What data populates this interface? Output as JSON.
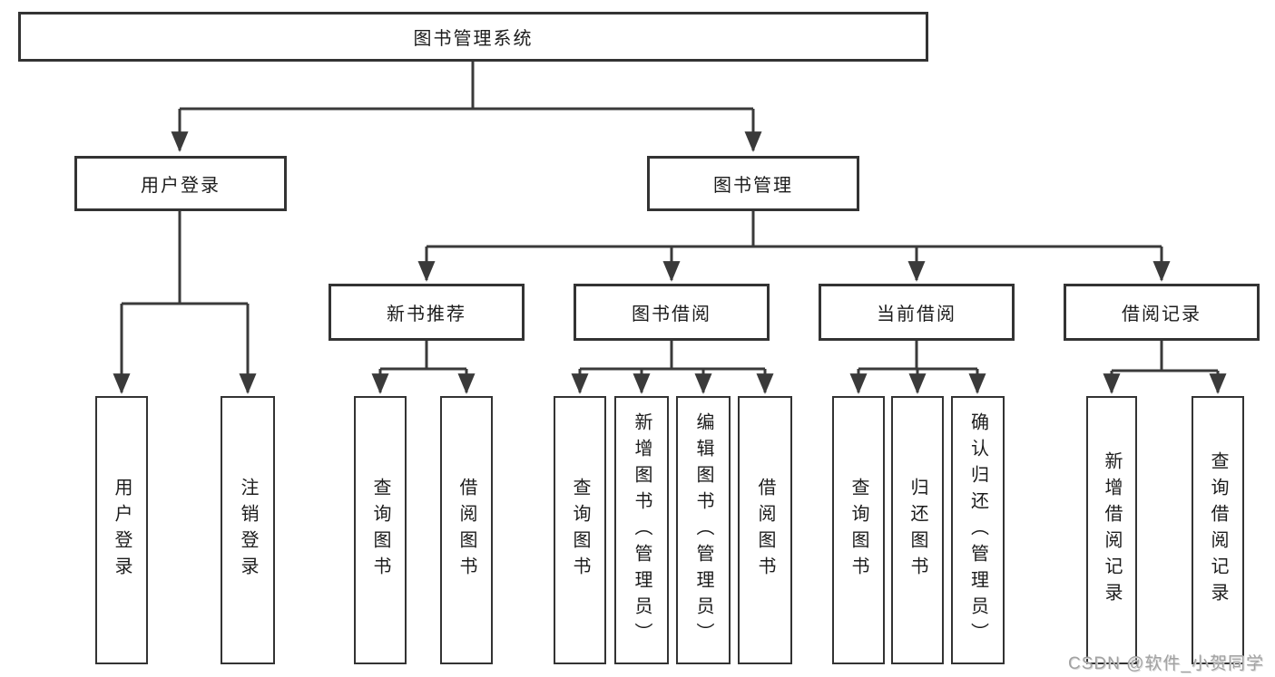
{
  "diagram": {
    "root": {
      "label": "图书管理系统"
    },
    "branches": [
      {
        "label": "用户登录",
        "children": [
          {
            "label": "用户登录"
          },
          {
            "label": "注销登录"
          }
        ]
      },
      {
        "label": "图书管理",
        "sections": [
          {
            "label": "新书推荐",
            "children": [
              {
                "label": "查询图书"
              },
              {
                "label": "借阅图书"
              }
            ]
          },
          {
            "label": "图书借阅",
            "children": [
              {
                "label": "查询图书"
              },
              {
                "label": "新增图书（管理员）"
              },
              {
                "label": "编辑图书（管理员）"
              },
              {
                "label": "借阅图书"
              }
            ]
          },
          {
            "label": "当前借阅",
            "children": [
              {
                "label": "查询图书"
              },
              {
                "label": "归还图书"
              },
              {
                "label": "确认归还（管理员）"
              }
            ]
          },
          {
            "label": "借阅记录",
            "children": [
              {
                "label": "新增借阅记录"
              },
              {
                "label": "查询借阅记录"
              }
            ]
          }
        ]
      }
    ]
  },
  "watermark": {
    "text": "CSDN @软件_小贺同学"
  },
  "colors": {
    "line": "#3a3a3a",
    "box_border": "#333333",
    "text": "#1c1c1c",
    "watermark": "#a2a2a2",
    "background": "#ffffff"
  }
}
